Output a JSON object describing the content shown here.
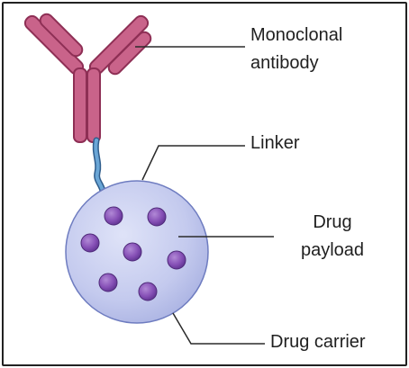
{
  "labels": {
    "antibody": [
      "Monoclonal",
      "antibody"
    ],
    "linker": "Linker",
    "payload": [
      "Drug",
      "payload"
    ],
    "carrier": "Drug carrier"
  },
  "colors": {
    "antibody_fill": "#c9638a",
    "antibody_stroke": "#8e2f55",
    "linker_fill": "#5b97c9",
    "linker_stroke": "#2f5d8c",
    "carrier_fill": "#c5cbef",
    "carrier_stroke": "#6e7cc0",
    "payload_fill": "#8a55b8",
    "payload_stroke": "#4e2a78",
    "leader_line": "#2a2a2a",
    "text": "#1f1f1f",
    "border": "#222222"
  },
  "icons": {
    "antibody": "y-shaped-antibody-icon",
    "linker": "linker-chain-icon",
    "carrier": "drug-carrier-sphere-icon",
    "payload": "drug-molecule-dot-icon"
  }
}
